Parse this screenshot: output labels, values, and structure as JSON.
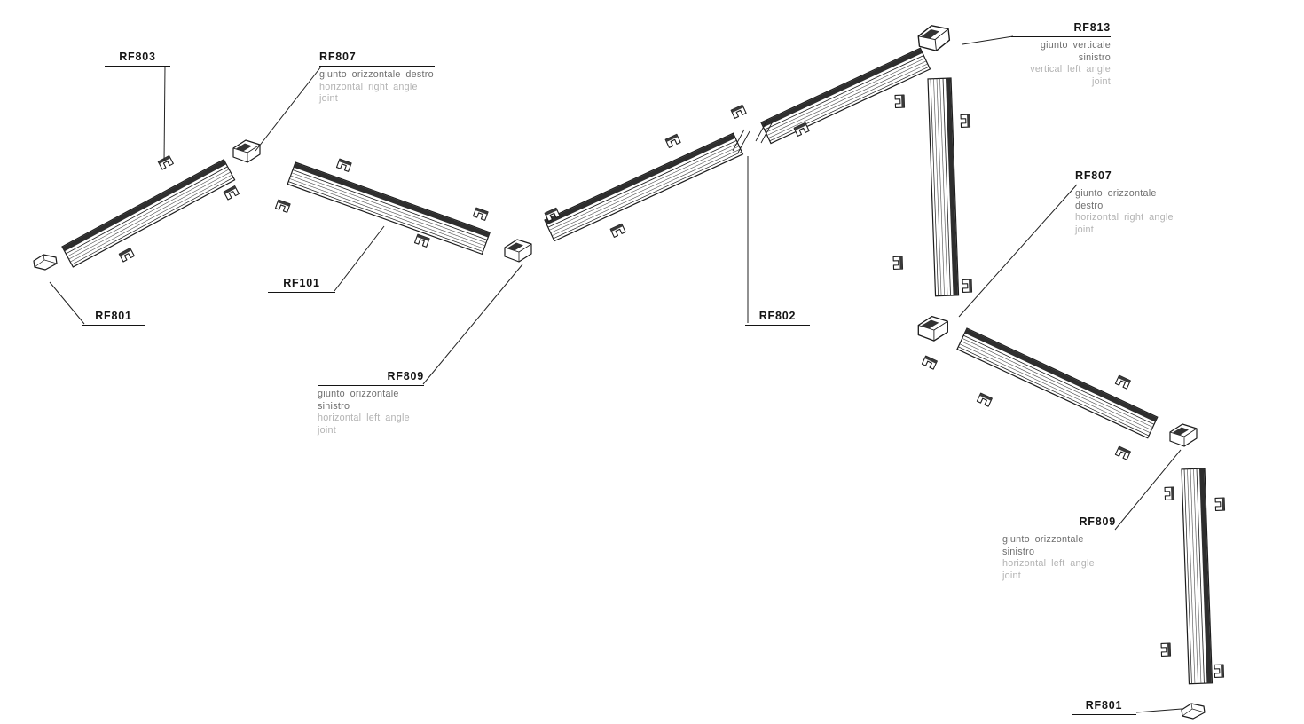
{
  "page": {
    "background": "#ffffff"
  },
  "diagram": {
    "type": "exploded-assembly-technical-drawing",
    "subject": "track profile system components",
    "labels": [
      {
        "part": "RF803",
        "desc_it": "",
        "desc_en": ""
      },
      {
        "part": "RF807",
        "desc_it": "giunto orizzontale destro",
        "desc_en": "horizontal right angle joint"
      },
      {
        "part": "RF101",
        "desc_it": "",
        "desc_en": ""
      },
      {
        "part": "RF801",
        "desc_it": "",
        "desc_en": ""
      },
      {
        "part": "RF809",
        "desc_it": "giunto orizzontale sinistro",
        "desc_en": "horizontal left angle joint"
      },
      {
        "part": "RF802",
        "desc_it": "",
        "desc_en": ""
      },
      {
        "part": "RF813",
        "desc_it": "giunto verticale sinistro",
        "desc_en": "vertical left angle joint"
      },
      {
        "part": "RF807",
        "desc_it": "giunto orizzontale destro",
        "desc_en": "horizontal right angle joint"
      },
      {
        "part": "RF809",
        "desc_it": "giunto orizzontale sinistro",
        "desc_en": "horizontal left angle joint"
      },
      {
        "part": "RF801",
        "desc_it": "",
        "desc_en": ""
      }
    ],
    "colors": {
      "line": "#1c1c1c",
      "rail_dark_face": "#2e2e2e",
      "desc_primary": "#6f6f6f",
      "desc_secondary": "#b3b3b3"
    }
  }
}
